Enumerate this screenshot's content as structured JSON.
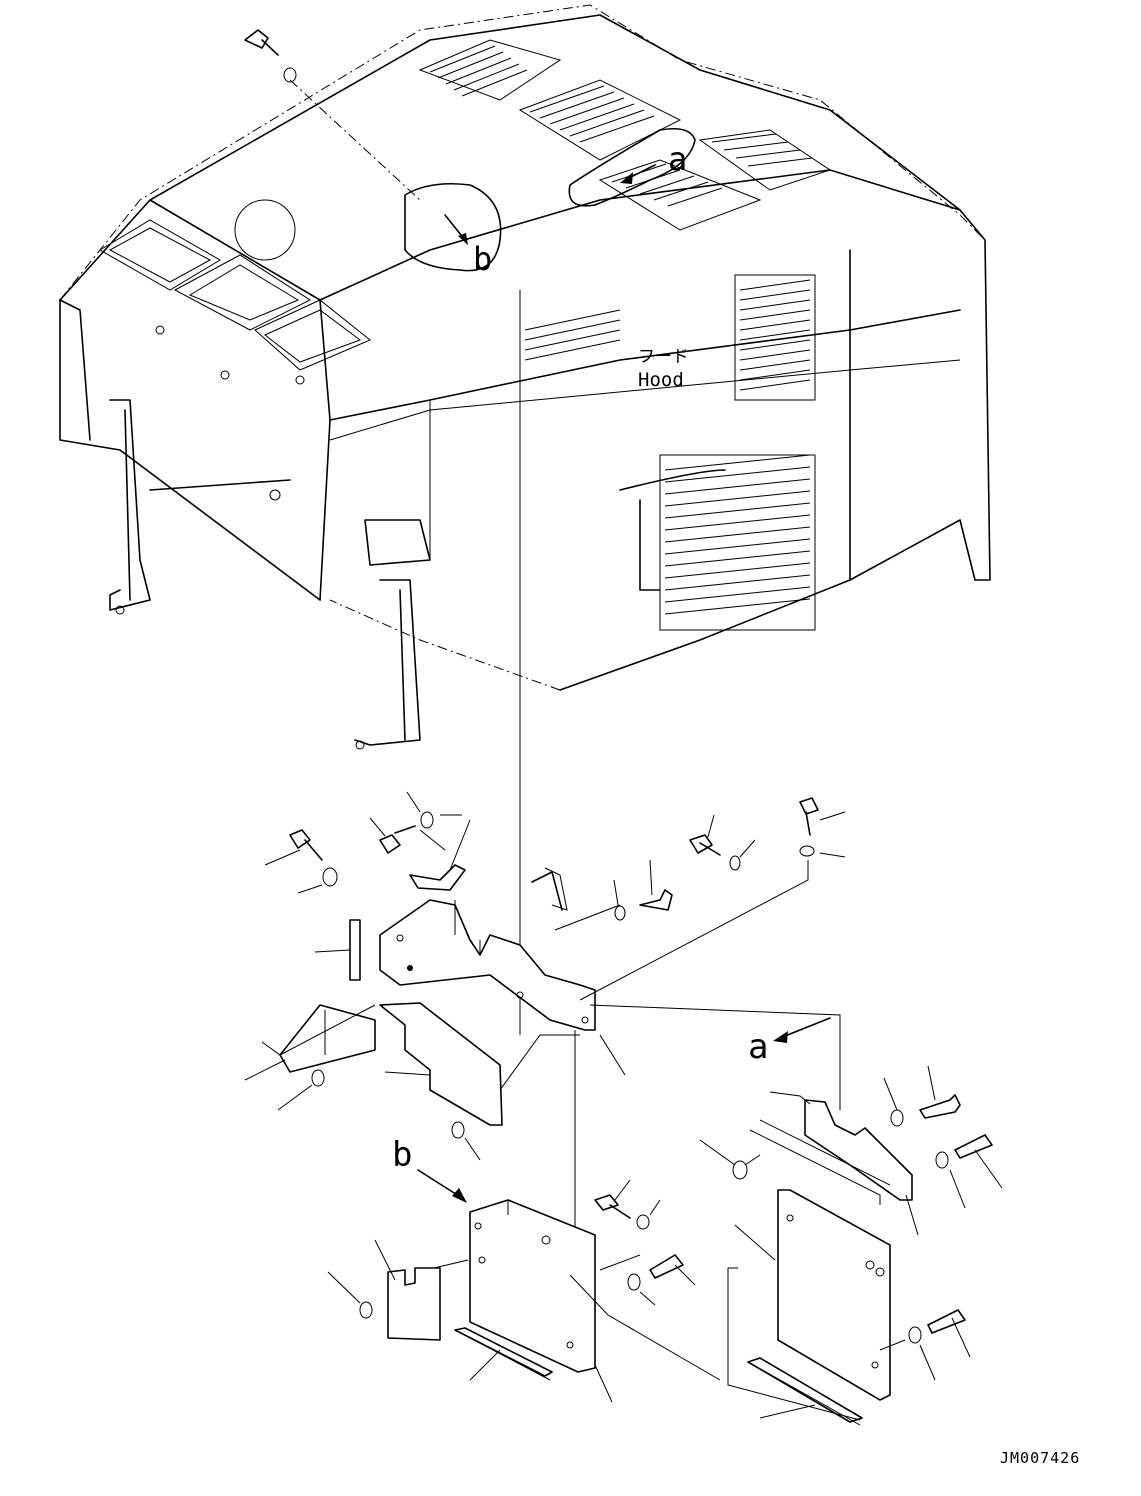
{
  "labels": {
    "hood_jp": "フード",
    "hood_en": "Hood",
    "ref_a_top": "a",
    "ref_b_top": "b",
    "ref_a_detail": "a",
    "ref_b_detail": "b",
    "drawing_number": "JM007426"
  }
}
